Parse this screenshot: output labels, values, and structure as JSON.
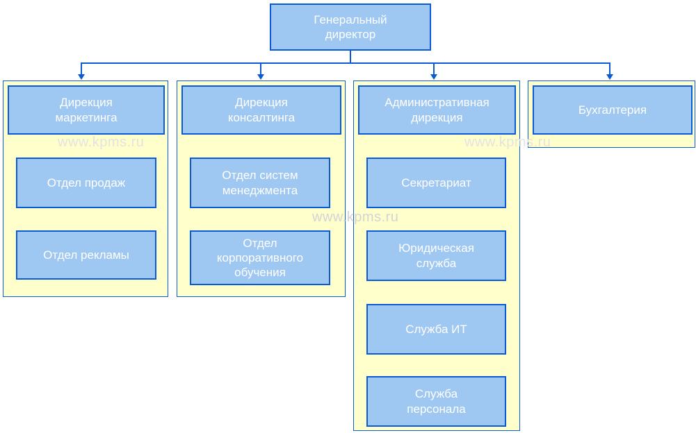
{
  "root": {
    "label": "Генеральный\nдиректор"
  },
  "groups": [
    {
      "header": "Дирекция\nмаркетинга",
      "children": [
        "Отдел продаж",
        "Отдел рекламы"
      ]
    },
    {
      "header": "Дирекция\nконсалтинга",
      "children": [
        "Отдел систем\nменеджмента",
        "Отдел\nкорпоративного\nобучения"
      ]
    },
    {
      "header": "Административная\nдирекция",
      "children": [
        "Секретариат",
        "Юридическая\nслужба",
        "Служба ИТ",
        "Служба\nперсонала"
      ]
    },
    {
      "header": "Бухгалтерия",
      "children": []
    }
  ],
  "watermark": "www.kpms.ru",
  "colors": {
    "node_fill": "#9EC7F2",
    "node_border": "#0A5AD6",
    "group_fill": "#FFFFCC",
    "node_text": "#FFFFFF",
    "watermark_text": "#D4D4D4"
  }
}
